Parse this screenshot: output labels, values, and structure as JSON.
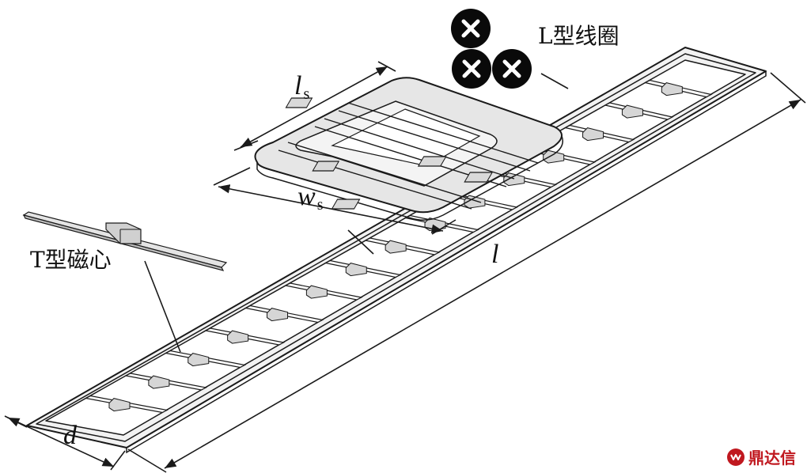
{
  "labels": {
    "l_coil": "L型线圈",
    "t_core": "T型磁心",
    "ls_main": "l",
    "ls_sub": "s",
    "ws_main": "w",
    "ws_sub": "s",
    "l": "l",
    "d": "d"
  },
  "watermark": {
    "text": "鼎达信",
    "color": "#c0181f"
  },
  "colors": {
    "line": "#1a1a1a",
    "track_fill": "#ededed",
    "pad_fill": "#e6e6e6",
    "core_fill": "#d9d9d9",
    "marker_fill": "#0a0a0a"
  },
  "icons": [
    "current-into-page-icon",
    "current-into-page-icon",
    "current-into-page-icon",
    "watermark-logo-icon"
  ]
}
